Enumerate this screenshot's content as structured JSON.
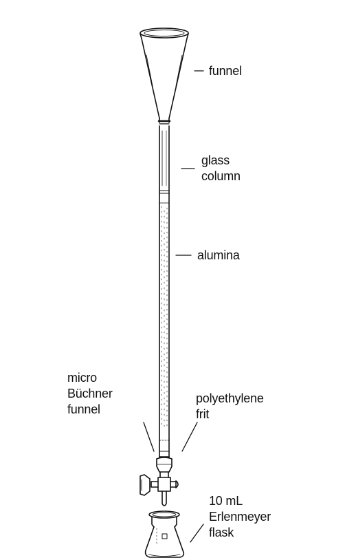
{
  "labels": {
    "funnel": "funnel",
    "glass_column": [
      "glass",
      "column"
    ],
    "alumina": "alumina",
    "polyethylene_frit": [
      "polyethylene",
      "frit"
    ],
    "micro_buchner_funnel": [
      "micro",
      "Büchner",
      "funnel"
    ],
    "erlenmeyer_flask": [
      "10 mL",
      "Erlenmeyer",
      "flask"
    ]
  },
  "colors": {
    "ink": "#111111",
    "background": "#ffffff"
  }
}
